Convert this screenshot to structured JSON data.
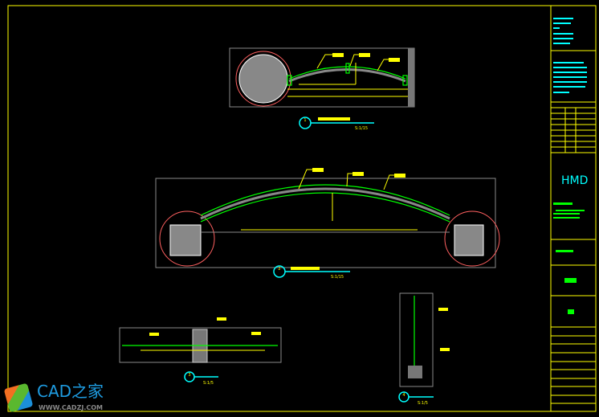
{
  "drawing": {
    "views": [
      {
        "number": "1",
        "scale": "S:1/15"
      },
      {
        "number": "2",
        "scale": "S:1/15"
      },
      {
        "number": "3",
        "scale": "S:1/5"
      },
      {
        "number": "4",
        "scale": "S:1/5"
      }
    ],
    "title_block": {
      "logo": "HMD"
    }
  },
  "watermark": {
    "title": "CAD之家",
    "url": "WWW.CADZJ.COM"
  },
  "colors": {
    "frame": "#ffff00",
    "outline": "#8a8a8a",
    "element": "#00ff00",
    "title_line": "#00ffff",
    "circle": "#ff6060"
  }
}
